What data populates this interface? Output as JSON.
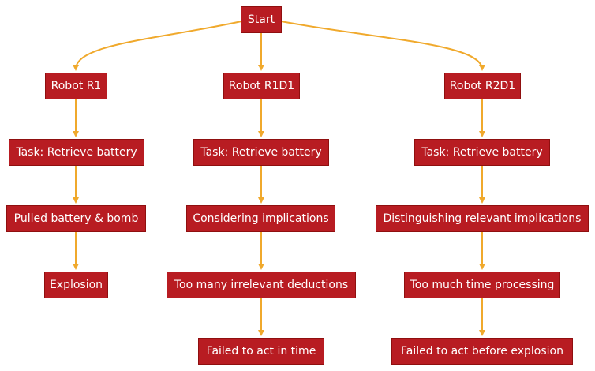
{
  "colors": {
    "node_fill": "#b81c22",
    "node_border": "#8f0f0f",
    "edge": "#f0a92c",
    "text": "#ffffff"
  },
  "nodes": {
    "start": "Start",
    "r1": "Robot R1",
    "r1_task": "Task: Retrieve battery",
    "r1_pulled": "Pulled battery & bomb",
    "r1_explosion": "Explosion",
    "r1d1": "Robot R1D1",
    "r1d1_task": "Task: Retrieve battery",
    "r1d1_considering": "Considering implications",
    "r1d1_too_many": "Too many irrelevant deductions",
    "r1d1_failed": "Failed to act in time",
    "r2d1": "Robot R2D1",
    "r2d1_task": "Task: Retrieve battery",
    "r2d1_distinguishing": "Distinguishing relevant implications",
    "r2d1_too_much_time": "Too much time processing",
    "r2d1_failed": "Failed to act before explosion"
  },
  "edges": [
    [
      "start",
      "r1"
    ],
    [
      "start",
      "r1d1"
    ],
    [
      "start",
      "r2d1"
    ],
    [
      "r1",
      "r1_task"
    ],
    [
      "r1_task",
      "r1_pulled"
    ],
    [
      "r1_pulled",
      "r1_explosion"
    ],
    [
      "r1d1",
      "r1d1_task"
    ],
    [
      "r1d1_task",
      "r1d1_considering"
    ],
    [
      "r1d1_considering",
      "r1d1_too_many"
    ],
    [
      "r1d1_too_many",
      "r1d1_failed"
    ],
    [
      "r2d1",
      "r2d1_task"
    ],
    [
      "r2d1_task",
      "r2d1_distinguishing"
    ],
    [
      "r2d1_distinguishing",
      "r2d1_too_much_time"
    ],
    [
      "r2d1_too_much_time",
      "r2d1_failed"
    ]
  ]
}
